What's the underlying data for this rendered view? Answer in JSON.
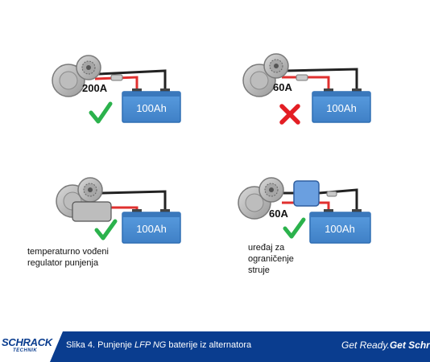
{
  "panels": [
    {
      "amps": "200A",
      "battery": "100Ah",
      "result": "ok"
    },
    {
      "amps": "60A",
      "battery": "100Ah",
      "result": "fail"
    },
    {
      "battery": "100Ah",
      "result": "ok",
      "label_lines": [
        "temperaturno vođeni",
        "regulator punjenja"
      ]
    },
    {
      "amps": "60A",
      "battery": "100Ah",
      "result": "ok",
      "label_lines": [
        "uređaj za",
        "ograničenje",
        "struje"
      ]
    }
  ],
  "footer": {
    "brand": "SCHRACK",
    "brand_sub": "TECHNIK",
    "caption_prefix": "Slika 4. Punjenje ",
    "caption_italic": "LFP NG",
    "caption_suffix": " baterije iz alternatora",
    "slogan_normal": "Get Ready.",
    "slogan_bold": "Get Schrack"
  },
  "colors": {
    "battery": "#4a8fd4",
    "battery_border": "#2f6fb4",
    "check": "#2bb24c",
    "cross": "#e31e24",
    "wire_red": "#e0302f",
    "wire_black": "#222222",
    "footer": "#0a3d8f"
  },
  "icons": [
    "alternator-icon",
    "battery-icon",
    "checkmark-icon",
    "cross-icon",
    "current-limiter-icon",
    "regulator-box-icon",
    "fuse-icon"
  ]
}
